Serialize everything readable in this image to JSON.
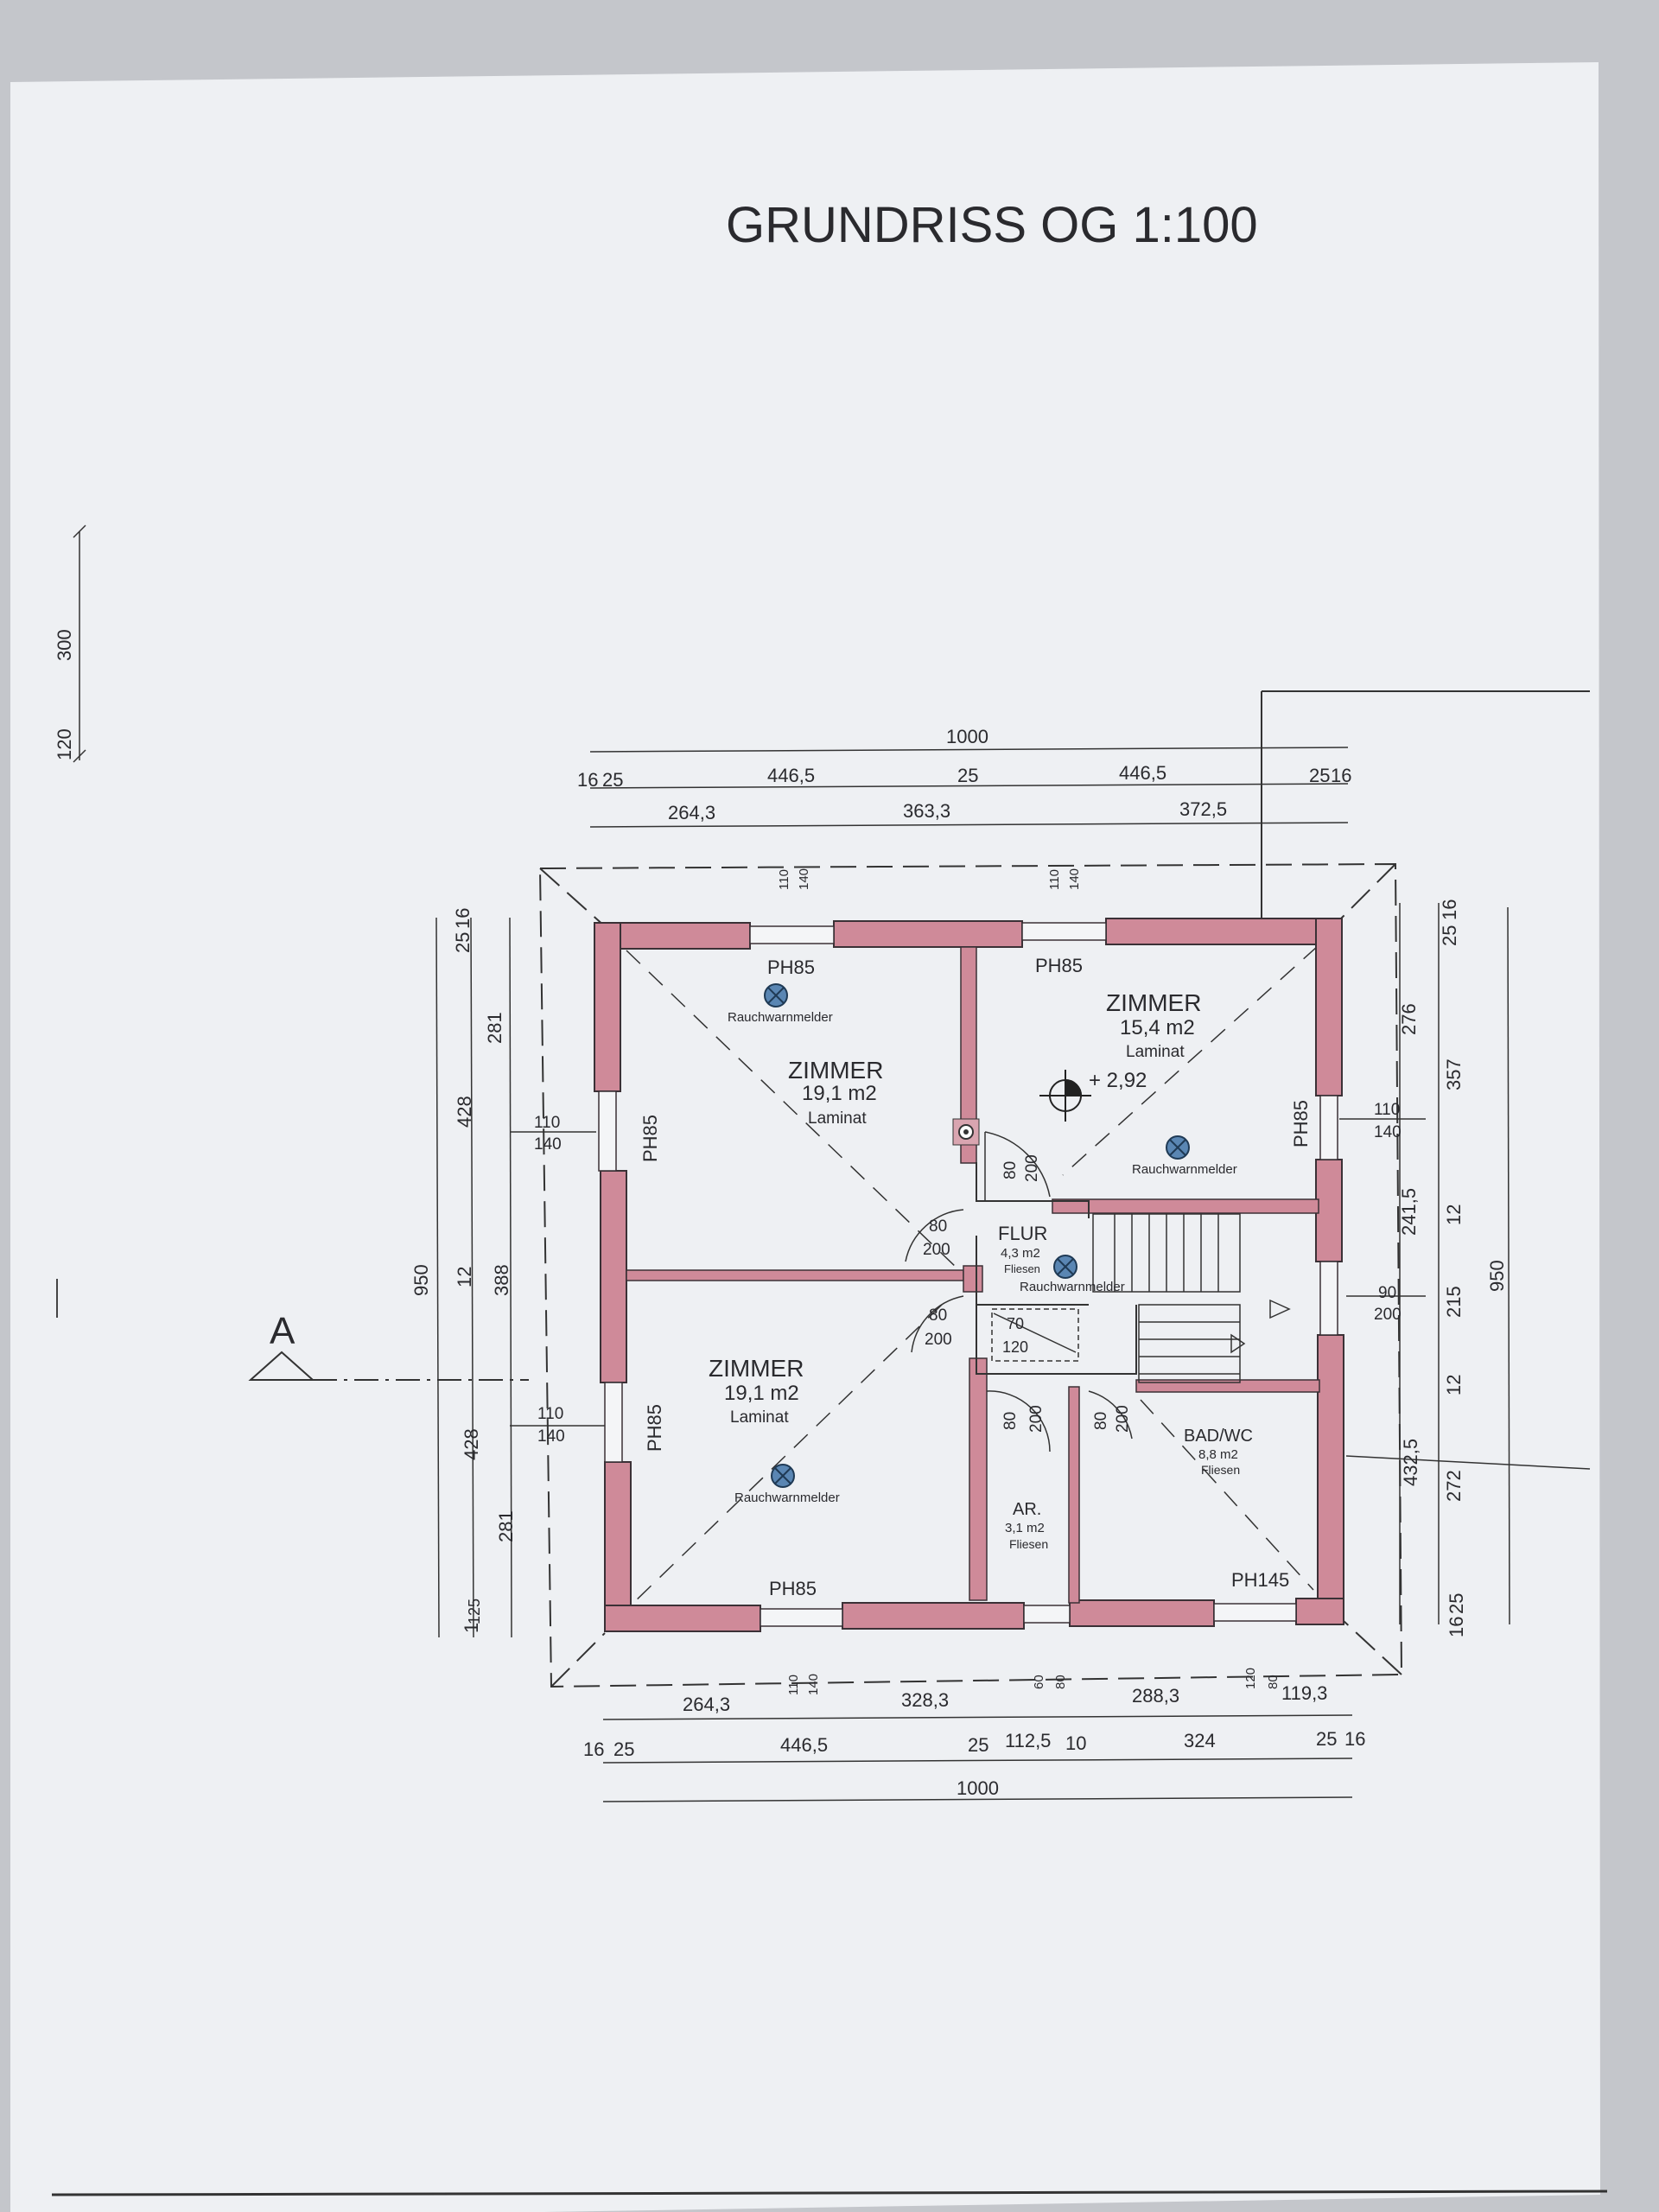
{
  "title": "GRUNDRISS OG 1:100",
  "colors": {
    "wall": "#cf8a99",
    "wall_edge": "#3b3136",
    "paper": "#f0f1f3",
    "line": "#2a2a2e"
  },
  "left_scale": {
    "v1": "300",
    "v2": "120"
  },
  "section": {
    "label": "A"
  },
  "top_dims": {
    "total": "1000",
    "r2": [
      "16",
      "25",
      "446,5",
      "25",
      "446,5",
      "25",
      "16"
    ],
    "r3": [
      "264,3",
      "363,3",
      "372,5"
    ],
    "win1_a": "110",
    "win1_b": "140",
    "win2_a": "110",
    "win2_b": "140"
  },
  "bottom_dims": {
    "total": "1000",
    "r1": [
      "264,3",
      "328,3",
      "288,3",
      "119,3"
    ],
    "r2": [
      "16",
      "25",
      "446,5",
      "25",
      "112,5",
      "10",
      "324",
      "25",
      "16"
    ],
    "win_a": "110",
    "win_b": "140",
    "door_a": "60",
    "door_b": "80",
    "win2_a": "120",
    "win2_b": "80"
  },
  "left_dims": {
    "total": "950",
    "col2": [
      "428",
      "12",
      "428",
      "1"
    ],
    "col3": [
      "281",
      "388",
      "281",
      "125"
    ],
    "top": [
      "25",
      "16"
    ],
    "win_a_1": "110",
    "win_b_1": "140",
    "win_a_2": "110",
    "win_b_2": "140"
  },
  "right_dims": {
    "total": "950",
    "col1": [
      "276",
      "241,5",
      "215",
      "432,5",
      "16"
    ],
    "col2": [
      "357",
      "12",
      "12",
      "272",
      "25"
    ],
    "top": [
      "25",
      "16"
    ],
    "win_a": "110",
    "win_b": "140",
    "win2_a": "90",
    "win2_b": "200"
  },
  "rooms": {
    "r1": {
      "name": "ZIMMER",
      "area": "19,1 m2",
      "floor": "Laminat",
      "smoke": "Rauchwarnmelder",
      "window": "PH85",
      "side_window": "PH85"
    },
    "r2": {
      "name": "ZIMMER",
      "area": "15,4 m2",
      "floor": "Laminat",
      "smoke": "Rauchwarnmelder",
      "window": "PH85",
      "side_window": "PH85",
      "level": "+ 2,92"
    },
    "r3": {
      "name": "ZIMMER",
      "area": "19,1 m2",
      "floor": "Laminat",
      "smoke": "Rauchwarnmelder",
      "window": "PH85",
      "side_window": "PH85"
    },
    "flur": {
      "name": "FLUR",
      "area": "4,3 m2",
      "floor": "Fliesen",
      "smoke": "Rauchwarnmelder"
    },
    "bad": {
      "name": "BAD/WC",
      "area": "8,8 m2",
      "floor": "Fliesen",
      "window": "PH145"
    },
    "ar": {
      "name": "AR.",
      "area": "3,1 m2",
      "floor": "Fliesen"
    }
  },
  "doors": {
    "d1": [
      "80",
      "200"
    ],
    "d2": [
      "80",
      "200"
    ],
    "d3": [
      "80",
      "200"
    ],
    "d4": [
      "80",
      "200"
    ],
    "d5": [
      "80",
      "200"
    ],
    "hatch": [
      "70",
      "120"
    ]
  }
}
